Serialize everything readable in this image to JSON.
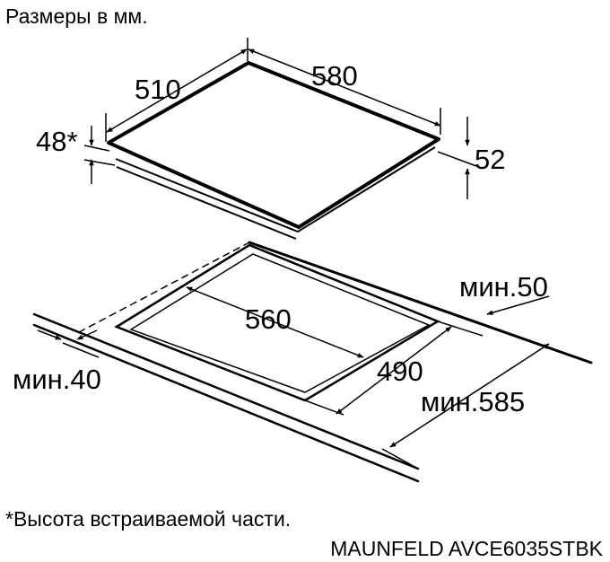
{
  "header": {
    "units_note": "Размеры в мм."
  },
  "hob": {
    "width_label": "580",
    "depth_label": "510",
    "built_in_height_label": "48*",
    "total_height_label": "52"
  },
  "cutout": {
    "width_label": "560",
    "depth_label": "490",
    "min_back_label": "мин.50",
    "min_front_label": "мин.40",
    "min_worktop_depth_label": "мин.585"
  },
  "footer": {
    "footnote": "*Высота встраиваемой части.",
    "model": "MAUNFELD AVCE6035STBK"
  },
  "colors": {
    "line": "#000000",
    "background": "#ffffff"
  }
}
